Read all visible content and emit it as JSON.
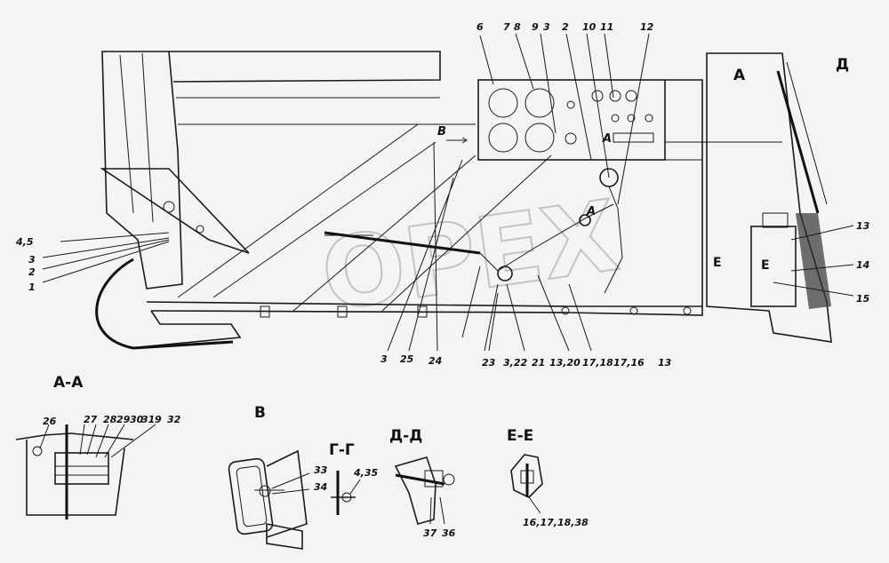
{
  "watermark": "OPEX",
  "section_titles": {
    "aa": "А-А",
    "b": "В",
    "gg": "Г-Г",
    "dd": "Д-Д",
    "ee": "Е-Е"
  },
  "marks": {
    "a_left": "А",
    "d_top": "Д",
    "v_arrow": "В",
    "a_mid": "А",
    "a_mid2": "А",
    "e_left": "Е",
    "e_right": "Е"
  },
  "callouts": [
    "6",
    "7",
    "8",
    "9",
    "3",
    "2",
    "10",
    "11",
    "12",
    "4,5",
    "3",
    "2",
    "1",
    "13",
    "14",
    "15",
    "3",
    "25",
    "24",
    "23",
    "3,22",
    "21",
    "13,20",
    "17,18",
    "17,16",
    "13",
    "26",
    "27",
    "28",
    "29",
    "30",
    "31",
    "9",
    "32",
    "33",
    "34",
    "4,35",
    "37",
    "36",
    "16,17,18,38"
  ]
}
